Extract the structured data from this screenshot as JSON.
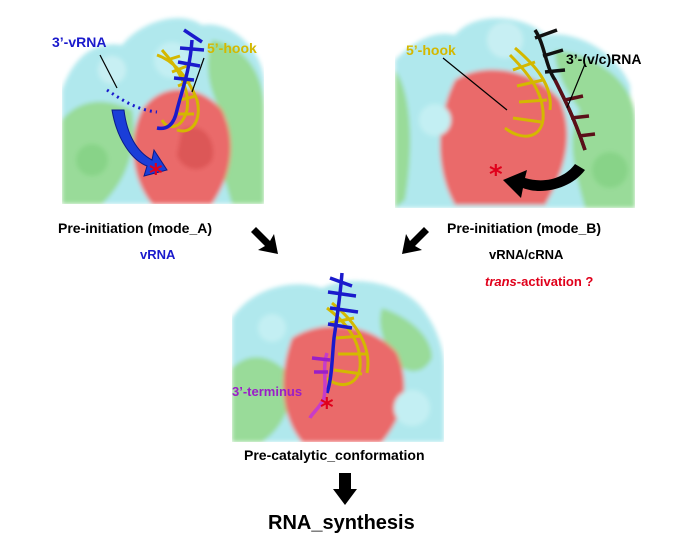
{
  "colors": {
    "vrna": "#1a1acc",
    "hook": "#d4b800",
    "activation": "#e0001b",
    "terminus": "#9a1ec8",
    "black": "#000000",
    "surface_red": "#e85a5a",
    "surface_green": "#8ed88e",
    "surface_cyan": "#a8e6ec"
  },
  "panel_a": {
    "label_3prime": "3’-vRNA",
    "label_5prime": "5’-hook",
    "caption": "Pre-initiation (mode_A)",
    "subcaption": "vRNA",
    "marker": "*"
  },
  "panel_b": {
    "label_5prime": "5’-hook",
    "label_3prime": "3’-(v/c)RNA",
    "caption": "Pre-initiation (mode_B)",
    "subcaption": "vRNA/cRNA",
    "activation_italic": "trans",
    "activation_rest": "-activation ?",
    "marker": "*"
  },
  "panel_c": {
    "label_terminus": "3’-terminus",
    "caption": "Pre-catalytic_conformation",
    "marker": "*"
  },
  "result": "RNA_synthesis",
  "icons": [
    "curved-arrow-icon",
    "down-arrow-icon"
  ]
}
